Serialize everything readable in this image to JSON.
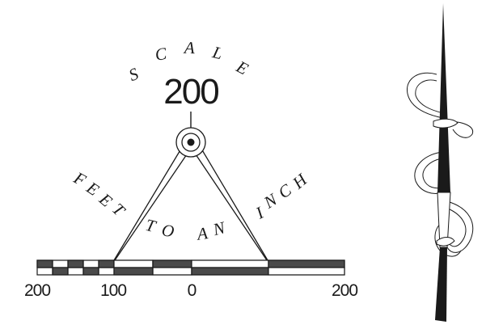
{
  "scale_heading": [
    "S",
    "C",
    "A",
    "L",
    "E"
  ],
  "scale_value": "200",
  "feet_word": [
    "F",
    "E",
    "E",
    "T"
  ],
  "to_word": [
    "T",
    "O"
  ],
  "an_word": [
    "A",
    "N"
  ],
  "inch_word": [
    "I",
    "N",
    "C",
    "H"
  ],
  "bar_labels": {
    "left": "200",
    "left_mid": "100",
    "center": "0",
    "right": "200"
  },
  "colors": {
    "ink": "#1a1a1a",
    "bar_fill": "#4a4a4a",
    "paper": "#ffffff"
  },
  "north_arrow": {
    "icon": "north-arrow-icon"
  }
}
